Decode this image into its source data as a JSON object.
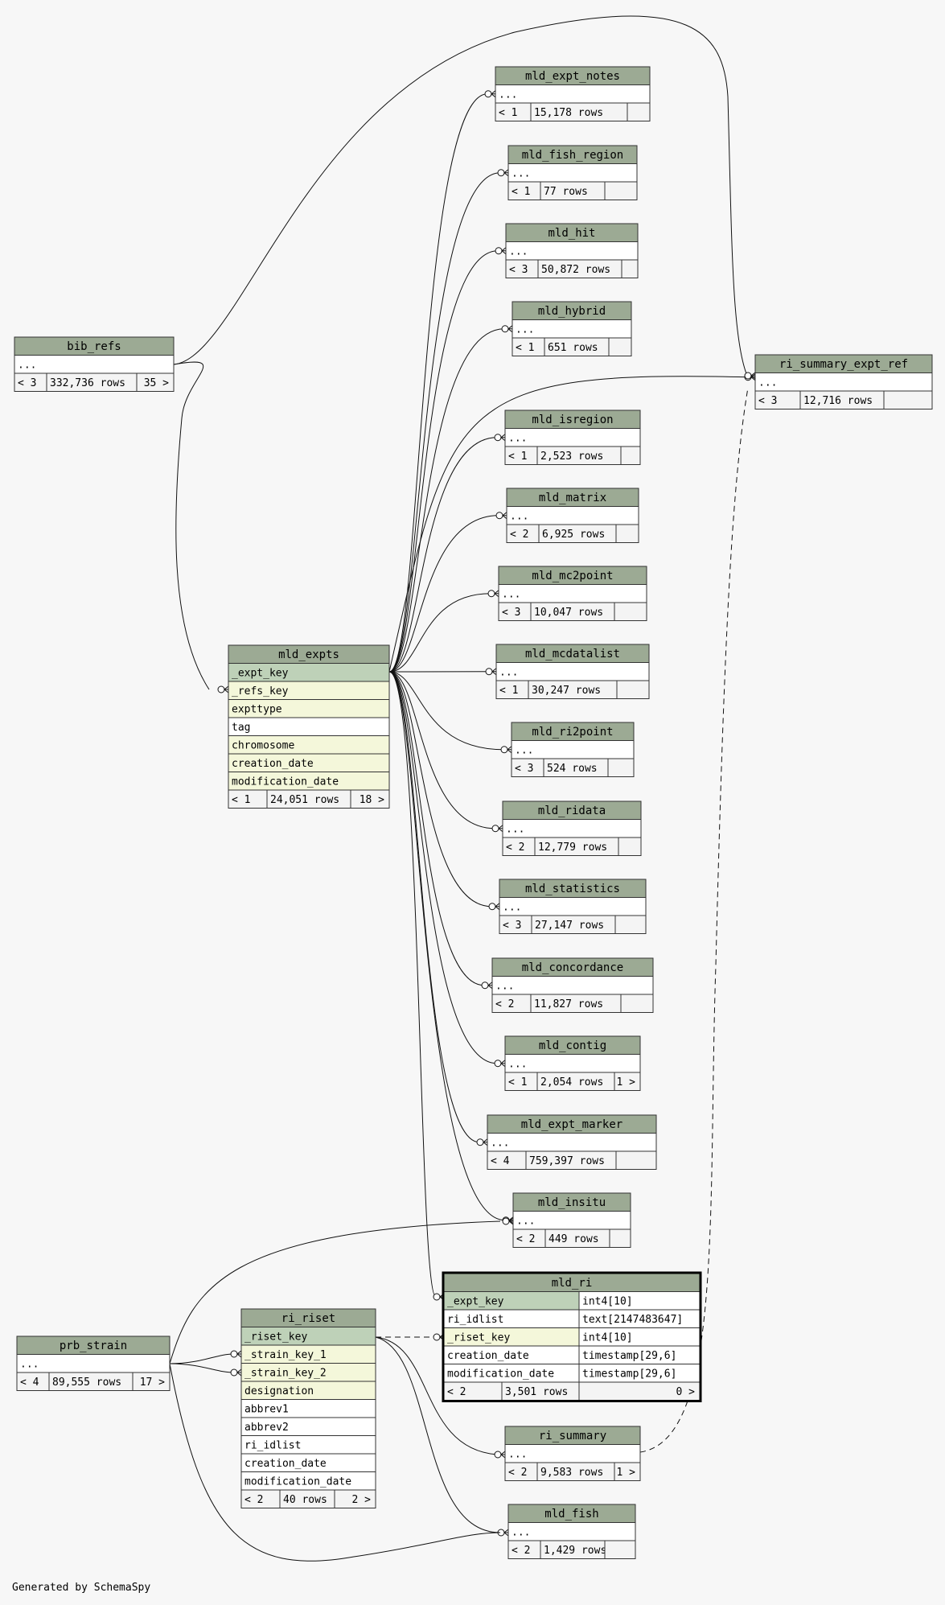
{
  "footer": "Generated by SchemaSpy",
  "tables": [
    {
      "id": "bib_refs",
      "title": "bib_refs",
      "rows": [
        {
          "cells": [
            "..."
          ]
        }
      ],
      "foot": [
        "< 3",
        "332,736 rows",
        "35 >"
      ]
    },
    {
      "id": "mld_expts",
      "title": "mld_expts",
      "rows": [
        {
          "cells": [
            "_expt_key"
          ],
          "kind": "pk"
        },
        {
          "cells": [
            "_refs_key"
          ],
          "kind": "fk"
        },
        {
          "cells": [
            "expttype"
          ],
          "kind": "fk"
        },
        {
          "cells": [
            "tag"
          ]
        },
        {
          "cells": [
            "chromosome"
          ],
          "kind": "fk"
        },
        {
          "cells": [
            "creation_date"
          ],
          "kind": "fk"
        },
        {
          "cells": [
            "modification_date"
          ],
          "kind": "fk"
        }
      ],
      "foot": [
        "< 1",
        "24,051 rows",
        "18 >"
      ]
    },
    {
      "id": "mld_expt_notes",
      "title": "mld_expt_notes",
      "rows": [
        {
          "cells": [
            "..."
          ]
        }
      ],
      "foot": [
        "< 1",
        "15,178 rows",
        ""
      ]
    },
    {
      "id": "mld_fish_region",
      "title": "mld_fish_region",
      "rows": [
        {
          "cells": [
            "..."
          ]
        }
      ],
      "foot": [
        "< 1",
        "77 rows",
        ""
      ]
    },
    {
      "id": "mld_hit",
      "title": "mld_hit",
      "rows": [
        {
          "cells": [
            "..."
          ]
        }
      ],
      "foot": [
        "< 3",
        "50,872 rows",
        ""
      ]
    },
    {
      "id": "mld_hybrid",
      "title": "mld_hybrid",
      "rows": [
        {
          "cells": [
            "..."
          ]
        }
      ],
      "foot": [
        "< 1",
        "651 rows",
        ""
      ]
    },
    {
      "id": "mld_isregion",
      "title": "mld_isregion",
      "rows": [
        {
          "cells": [
            "..."
          ]
        }
      ],
      "foot": [
        "< 1",
        "2,523 rows",
        ""
      ]
    },
    {
      "id": "mld_matrix",
      "title": "mld_matrix",
      "rows": [
        {
          "cells": [
            "..."
          ]
        }
      ],
      "foot": [
        "< 2",
        "6,925 rows",
        ""
      ]
    },
    {
      "id": "mld_mc2point",
      "title": "mld_mc2point",
      "rows": [
        {
          "cells": [
            "..."
          ]
        }
      ],
      "foot": [
        "< 3",
        "10,047 rows",
        ""
      ]
    },
    {
      "id": "mld_mcdatalist",
      "title": "mld_mcdatalist",
      "rows": [
        {
          "cells": [
            "..."
          ]
        }
      ],
      "foot": [
        "< 1",
        "30,247 rows",
        ""
      ]
    },
    {
      "id": "mld_ri2point",
      "title": "mld_ri2point",
      "rows": [
        {
          "cells": [
            "..."
          ]
        }
      ],
      "foot": [
        "< 3",
        "524 rows",
        ""
      ]
    },
    {
      "id": "mld_ridata",
      "title": "mld_ridata",
      "rows": [
        {
          "cells": [
            "..."
          ]
        }
      ],
      "foot": [
        "< 2",
        "12,779 rows",
        ""
      ]
    },
    {
      "id": "mld_statistics",
      "title": "mld_statistics",
      "rows": [
        {
          "cells": [
            "..."
          ]
        }
      ],
      "foot": [
        "< 3",
        "27,147 rows",
        ""
      ]
    },
    {
      "id": "mld_concordance",
      "title": "mld_concordance",
      "rows": [
        {
          "cells": [
            "..."
          ]
        }
      ],
      "foot": [
        "< 2",
        "11,827 rows",
        ""
      ]
    },
    {
      "id": "mld_contig",
      "title": "mld_contig",
      "rows": [
        {
          "cells": [
            "..."
          ]
        }
      ],
      "foot": [
        "< 1",
        "2,054 rows",
        "1 >"
      ]
    },
    {
      "id": "mld_expt_marker",
      "title": "mld_expt_marker",
      "rows": [
        {
          "cells": [
            "..."
          ]
        }
      ],
      "foot": [
        "< 4",
        "759,397 rows",
        ""
      ]
    },
    {
      "id": "mld_insitu",
      "title": "mld_insitu",
      "rows": [
        {
          "cells": [
            "..."
          ]
        }
      ],
      "foot": [
        "< 2",
        "449 rows",
        ""
      ]
    },
    {
      "id": "mld_ri",
      "title": "mld_ri",
      "focus": true,
      "rows": [
        {
          "cells": [
            "_expt_key",
            "int4[10]"
          ],
          "kind": "pk"
        },
        {
          "cells": [
            "ri_idlist",
            "text[2147483647]"
          ]
        },
        {
          "cells": [
            "_riset_key",
            "int4[10]"
          ],
          "kind": "fk"
        },
        {
          "cells": [
            "creation_date",
            "timestamp[29,6]"
          ]
        },
        {
          "cells": [
            "modification_date",
            "timestamp[29,6]"
          ]
        }
      ],
      "foot": [
        "< 2",
        "3,501 rows",
        "0 >"
      ]
    },
    {
      "id": "ri_summary",
      "title": "ri_summary",
      "rows": [
        {
          "cells": [
            "..."
          ]
        }
      ],
      "foot": [
        "< 2",
        "9,583 rows",
        "1 >"
      ]
    },
    {
      "id": "mld_fish",
      "title": "mld_fish",
      "rows": [
        {
          "cells": [
            "..."
          ]
        }
      ],
      "foot": [
        "< 2",
        "1,429 rows",
        ""
      ]
    },
    {
      "id": "ri_summary_expt_ref",
      "title": "ri_summary_expt_ref",
      "rows": [
        {
          "cells": [
            "..."
          ]
        }
      ],
      "foot": [
        "< 3",
        "12,716 rows",
        ""
      ]
    },
    {
      "id": "prb_strain",
      "title": "prb_strain",
      "rows": [
        {
          "cells": [
            "..."
          ]
        }
      ],
      "foot": [
        "< 4",
        "89,555 rows",
        "17 >"
      ]
    },
    {
      "id": "ri_riset",
      "title": "ri_riset",
      "rows": [
        {
          "cells": [
            "_riset_key"
          ],
          "kind": "pk"
        },
        {
          "cells": [
            "_strain_key_1"
          ],
          "kind": "fk"
        },
        {
          "cells": [
            "_strain_key_2"
          ],
          "kind": "fk"
        },
        {
          "cells": [
            "designation"
          ],
          "kind": "fk"
        },
        {
          "cells": [
            "abbrev1"
          ]
        },
        {
          "cells": [
            "abbrev2"
          ]
        },
        {
          "cells": [
            "ri_idlist"
          ]
        },
        {
          "cells": [
            "creation_date"
          ]
        },
        {
          "cells": [
            "modification_date"
          ]
        }
      ],
      "foot": [
        "< 2",
        "40 rows",
        "2 >"
      ]
    }
  ]
}
